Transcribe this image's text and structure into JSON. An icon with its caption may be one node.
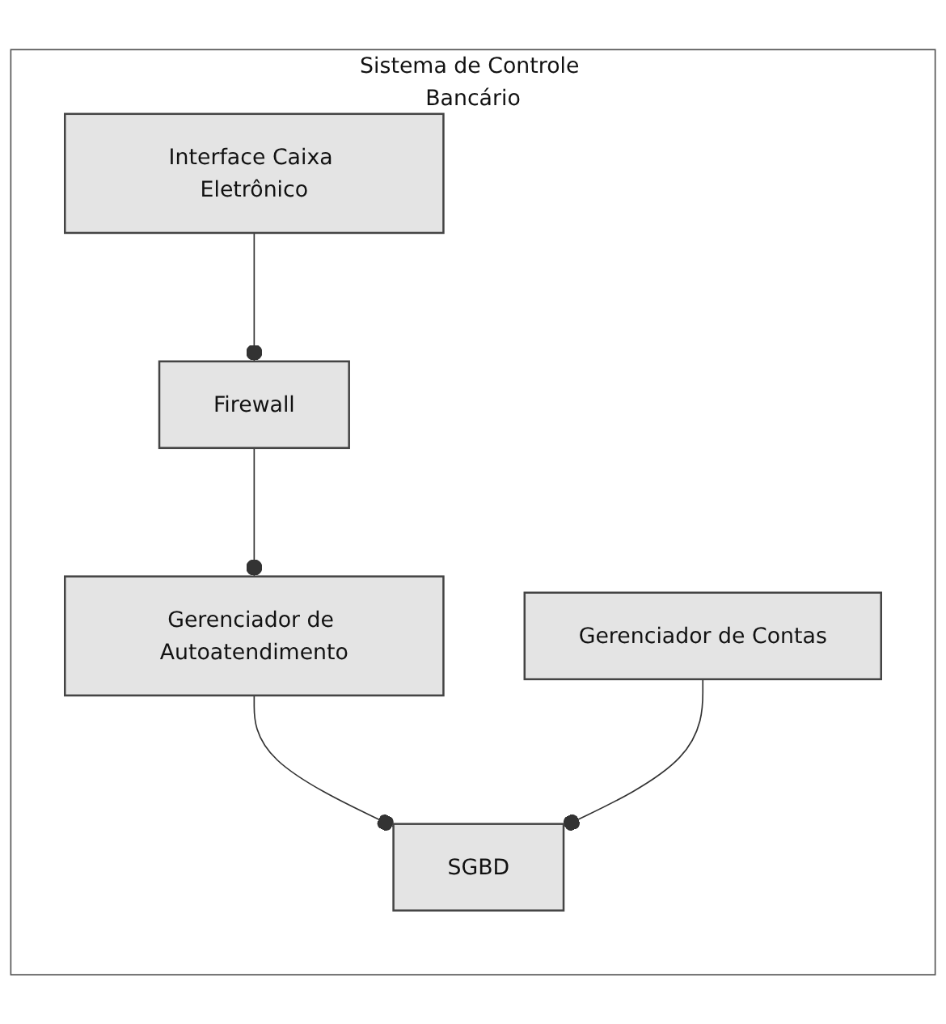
{
  "diagram": {
    "nodes": [
      {
        "text": [
          "Sistema de Controle Bancário"
        ]
      },
      {
        "text": [
          "Interface Caixa Eletrônico"
        ],
        "in": 0
      },
      {
        "text": [
          "Firewall"
        ],
        "in": 0
      },
      {
        "text": [
          "Gerenciador de Autoatendimento"
        ],
        "in": 0
      },
      {
        "text": [
          "Gerenciador de Contas"
        ],
        "in": 0
      },
      {
        "text": [
          "SGBD"
        ],
        "in": 0
      }
    ],
    "edges": [
      {
        "from": 1,
        "to": 2,
        "arrow": "other"
      },
      {
        "from": 2,
        "to": 3,
        "arrow": "other"
      },
      {
        "from": 3,
        "to": 5,
        "arrow": "other"
      },
      {
        "from": 4,
        "to": 5,
        "arrow": "other"
      }
    ]
  }
}
